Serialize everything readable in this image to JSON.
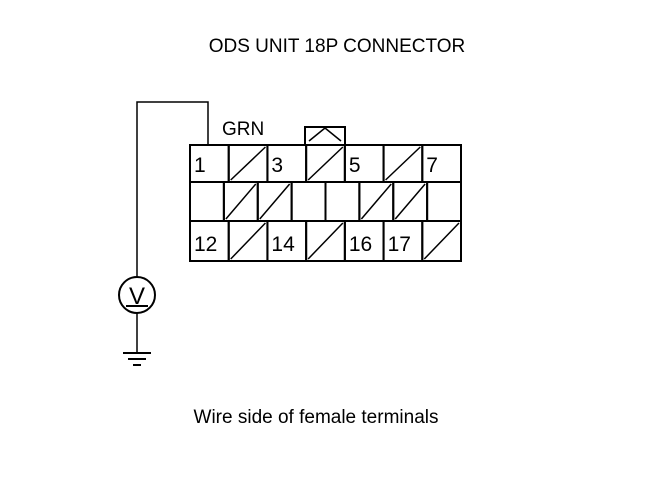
{
  "title": "ODS UNIT 18P CONNECTOR",
  "wire_label": "GRN",
  "meter_symbol": "V",
  "meter_icon": "voltmeter-icon",
  "ground_icon": "ground-icon",
  "caption": "Wire side of female terminals",
  "connector": {
    "rows": [
      {
        "cells": [
          {
            "label": "1",
            "filled": false
          },
          {
            "label": "",
            "filled": true
          },
          {
            "label": "3",
            "filled": false
          },
          {
            "label": "",
            "filled": true
          },
          {
            "label": "5",
            "filled": false
          },
          {
            "label": "",
            "filled": true
          },
          {
            "label": "7",
            "filled": false
          }
        ]
      },
      {
        "cells": [
          {
            "label": "",
            "filled": false
          },
          {
            "label": "",
            "filled": true
          },
          {
            "label": "",
            "filled": true
          },
          {
            "label": "",
            "filled": false
          },
          {
            "label": "",
            "filled": false
          },
          {
            "label": "",
            "filled": true
          },
          {
            "label": "",
            "filled": true
          },
          {
            "label": "",
            "filled": false
          }
        ]
      },
      {
        "cells": [
          {
            "label": "12",
            "filled": false
          },
          {
            "label": "",
            "filled": true
          },
          {
            "label": "14",
            "filled": false
          },
          {
            "label": "",
            "filled": true
          },
          {
            "label": "16",
            "filled": false
          },
          {
            "label": "17",
            "filled": false
          },
          {
            "label": "",
            "filled": true
          }
        ]
      }
    ]
  },
  "colors": {
    "line": "#000000",
    "background": "#ffffff"
  }
}
